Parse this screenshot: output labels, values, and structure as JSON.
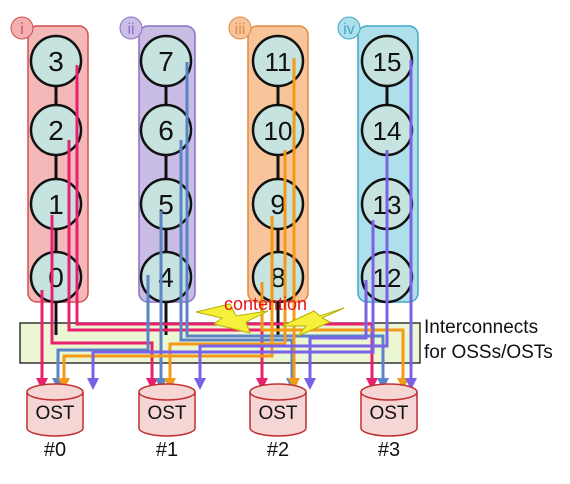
{
  "groups": [
    {
      "label": "i",
      "nodes": [
        "3",
        "2",
        "1",
        "0"
      ],
      "fill": "#f5b8b8",
      "stroke": "#d05050",
      "badge": "#f3b0b0"
    },
    {
      "label": "ii",
      "nodes": [
        "7",
        "6",
        "5",
        "4"
      ],
      "fill": "#c9bde6",
      "stroke": "#8a70c4",
      "badge": "#cbbfe8"
    },
    {
      "label": "iii",
      "nodes": [
        "11",
        "10",
        "9",
        "8"
      ],
      "fill": "#f8c59a",
      "stroke": "#e08a40",
      "badge": "#f8c59a"
    },
    {
      "label": "iv",
      "nodes": [
        "15",
        "14",
        "13",
        "12"
      ],
      "fill": "#aee0ec",
      "stroke": "#40a8c8",
      "badge": "#aee0ec"
    }
  ],
  "contention_label": "contention",
  "interconnect_label": [
    "Interconnects",
    "for OSSs/OSTs"
  ],
  "osts": [
    {
      "label": "OST",
      "id": "#0"
    },
    {
      "label": "OST",
      "id": "#1"
    },
    {
      "label": "OST",
      "id": "#2"
    },
    {
      "label": "OST",
      "id": "#3"
    }
  ],
  "colors": {
    "node_fill": "#c6e3df",
    "interconnect_fill": "#eaf7d2",
    "ost_fill": "#f6d5d5",
    "contention": "#e8141c",
    "pink": "#e8206e",
    "blue": "#5b83c8",
    "orange": "#f39a16",
    "violet": "#7a62e6"
  }
}
